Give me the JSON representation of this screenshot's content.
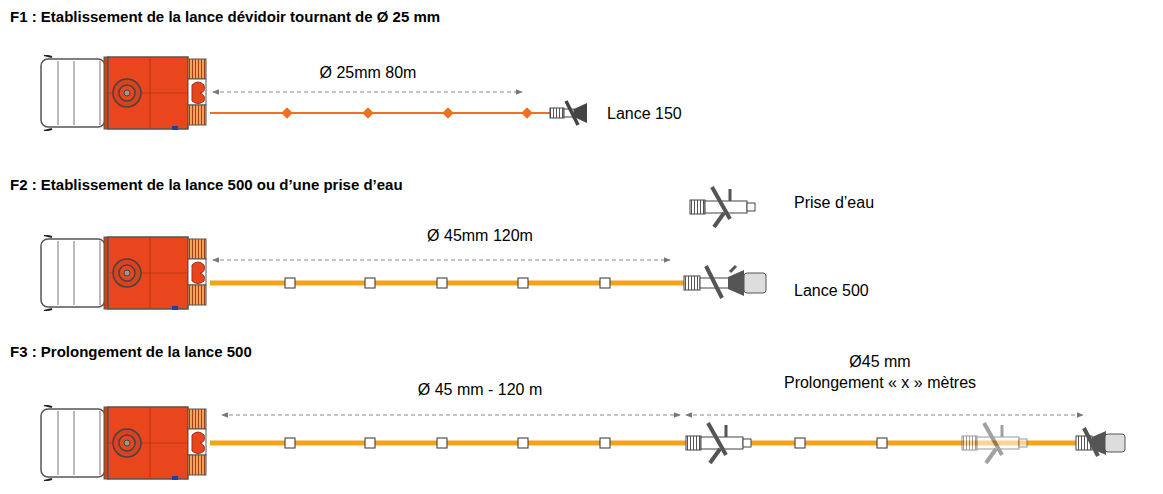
{
  "diagram": {
    "labels": [
      "F1 : Etablissement de la lance dévidoir tournant de Ø 25 mm",
      "Ø 25mm 80m",
      "Lance 150",
      "F2 : Etablissement de la lance 500 ou d’une prise d’eau",
      "Prise d’eau",
      "Ø 45mm 120m",
      "Lance 500",
      "F3 : Prolongement de la lance 500",
      "Ø 45 mm - 120 m",
      "Ø45 mm",
      "Prolongement « x » mètres"
    ]
  }
}
